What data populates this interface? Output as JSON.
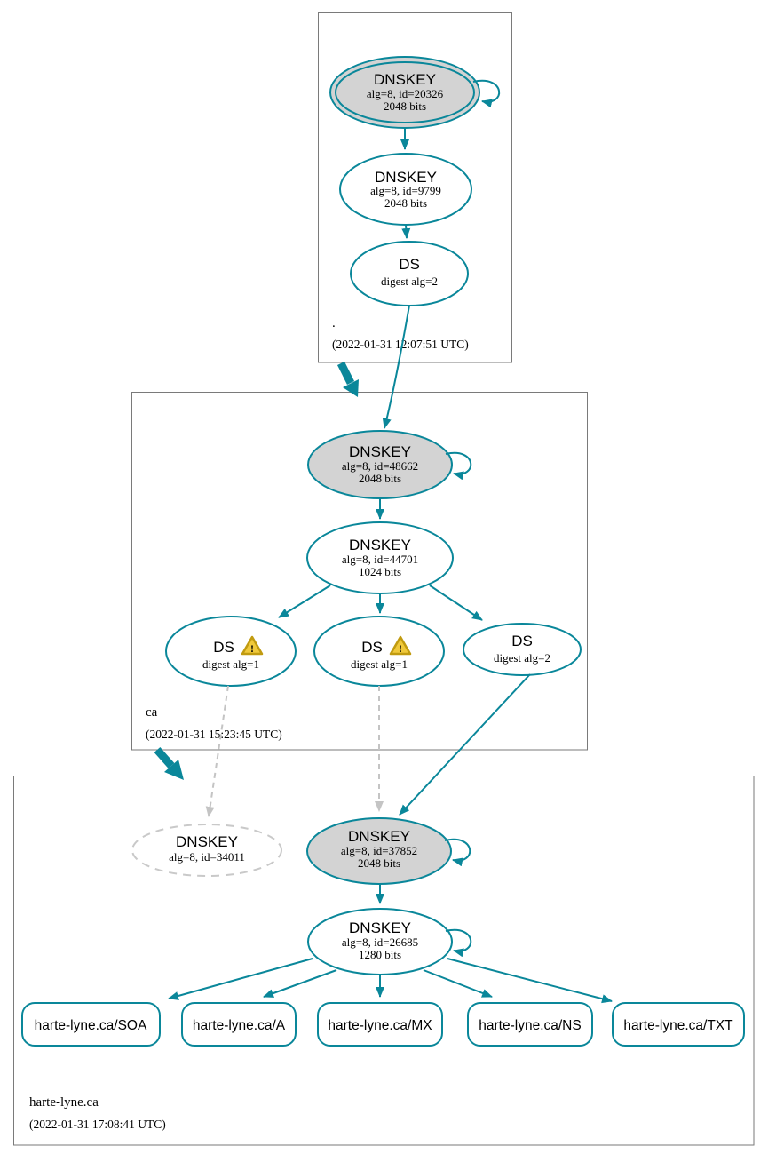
{
  "zones": {
    "root": {
      "name": ".",
      "timestamp": "(2022-01-31 12:07:51 UTC)"
    },
    "ca": {
      "name": "ca",
      "timestamp": "(2022-01-31 15:23:45 UTC)"
    },
    "harte_lyne": {
      "name": "harte-lyne.ca",
      "timestamp": "(2022-01-31 17:08:41 UTC)"
    }
  },
  "nodes": {
    "root_ksk": {
      "type": "DNSKEY",
      "detail": "alg=8, id=20326",
      "bits": "2048 bits"
    },
    "root_zsk": {
      "type": "DNSKEY",
      "detail": "alg=8, id=9799",
      "bits": "2048 bits"
    },
    "root_ds": {
      "type": "DS",
      "detail": "digest alg=2"
    },
    "ca_ksk": {
      "type": "DNSKEY",
      "detail": "alg=8, id=48662",
      "bits": "2048 bits"
    },
    "ca_zsk": {
      "type": "DNSKEY",
      "detail": "alg=8, id=44701",
      "bits": "1024 bits"
    },
    "ca_ds1": {
      "type": "DS",
      "detail": "digest alg=1"
    },
    "ca_ds2": {
      "type": "DS",
      "detail": "digest alg=1"
    },
    "ca_ds3": {
      "type": "DS",
      "detail": "digest alg=2"
    },
    "hl_missing": {
      "type": "DNSKEY",
      "detail": "alg=8, id=34011"
    },
    "hl_ksk": {
      "type": "DNSKEY",
      "detail": "alg=8, id=37852",
      "bits": "2048 bits"
    },
    "hl_zsk": {
      "type": "DNSKEY",
      "detail": "alg=8, id=26685",
      "bits": "1280 bits"
    },
    "rrset_soa": {
      "label": "harte-lyne.ca/SOA"
    },
    "rrset_a": {
      "label": "harte-lyne.ca/A"
    },
    "rrset_mx": {
      "label": "harte-lyne.ca/MX"
    },
    "rrset_ns": {
      "label": "harte-lyne.ca/NS"
    },
    "rrset_txt": {
      "label": "harte-lyne.ca/TXT"
    }
  },
  "icons": {
    "warning_glyph": "!"
  },
  "colors": {
    "secure_teal": "#0a879a",
    "ksk_fill_gray": "#d3d3d3",
    "missing_dashed_gray": "#c9c9c9",
    "warning_yellow": "#f0c93c",
    "warning_border": "#c19b10",
    "zone_box_border": "#7a7a7a"
  }
}
